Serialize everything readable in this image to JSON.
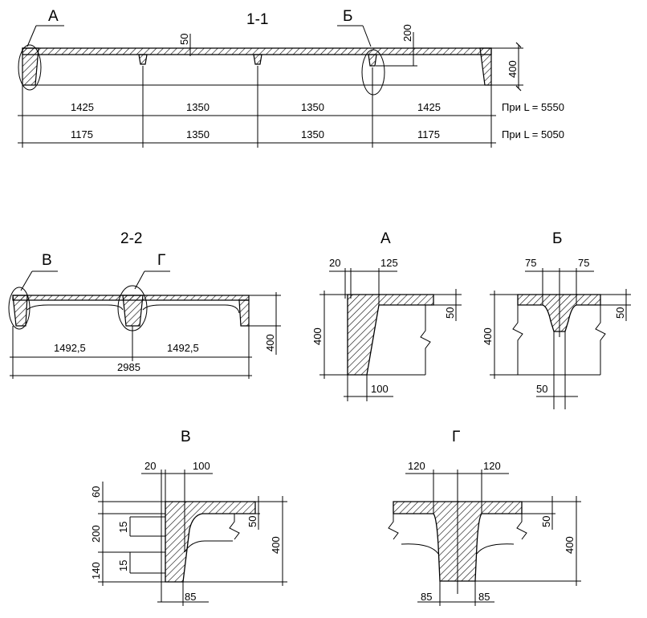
{
  "section_1_1": {
    "title": "1-1",
    "callout_a": "А",
    "callout_b": "Б",
    "dim_rib_50": "50",
    "dim_rib_200": "200",
    "dim_height_400": "400",
    "row1": [
      "1425",
      "1350",
      "1350",
      "1425"
    ],
    "row2": [
      "1175",
      "1350",
      "1350",
      "1175"
    ],
    "note1": "При L = 5550",
    "note2": "При L = 5050"
  },
  "section_2_2": {
    "title": "2-2",
    "callout_v": "В",
    "callout_g": "Г",
    "half_left": "1492,5",
    "half_right": "1492,5",
    "total": "2985",
    "dim_height_400": "400"
  },
  "detail_a": {
    "title": "А",
    "dim_20": "20",
    "dim_125": "125",
    "dim_50": "50",
    "dim_400": "400",
    "dim_100": "100"
  },
  "detail_b": {
    "title": "Б",
    "dim_75_left": "75",
    "dim_75_right": "75",
    "dim_50_right": "50",
    "dim_400": "400",
    "dim_50_bottom": "50"
  },
  "detail_v": {
    "title": "В",
    "dim_20": "20",
    "dim_100": "100",
    "dim_60": "60",
    "dim_200": "200",
    "dim_140": "140",
    "dim_15_top": "15",
    "dim_15_bottom": "15",
    "dim_50": "50",
    "dim_400": "400",
    "dim_85": "85"
  },
  "detail_g": {
    "title": "Г",
    "dim_120_left": "120",
    "dim_120_right": "120",
    "dim_50": "50",
    "dim_400": "400",
    "dim_85_left": "85",
    "dim_85_right": "85"
  }
}
